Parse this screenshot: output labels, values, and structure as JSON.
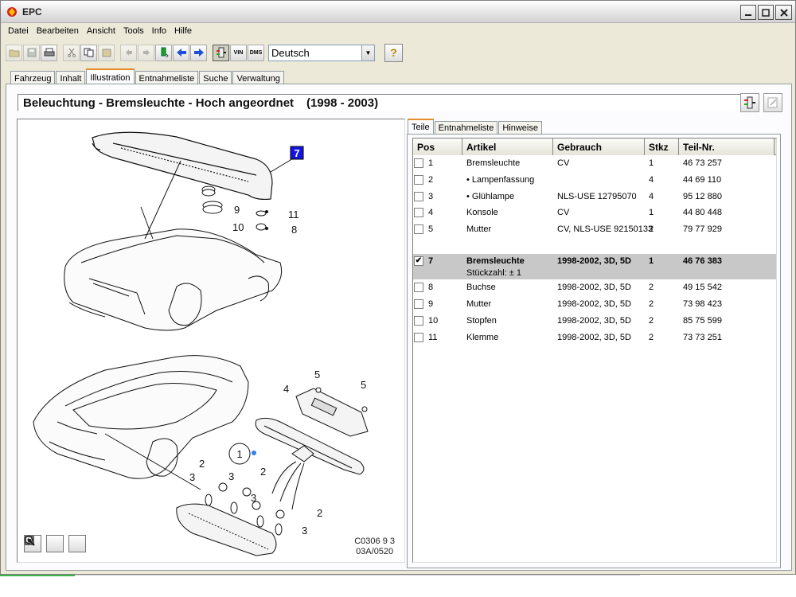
{
  "window": {
    "title": "EPC"
  },
  "menu": [
    "Datei",
    "Bearbeiten",
    "Ansicht",
    "Tools",
    "Info",
    "Hilfe"
  ],
  "toolbar": {
    "vin_label": "VIN",
    "dms_label": "DMS",
    "language": "Deutsch",
    "help_label": "?"
  },
  "main_tabs": [
    "Fahrzeug",
    "Inhalt",
    "Illustration",
    "Entnahmeliste",
    "Suche",
    "Verwaltung"
  ],
  "active_main_tab": "Illustration",
  "headline": {
    "title": "Beleuchtung - Bremsleuchte - Hoch angeordnet",
    "years": "(1998 - 2003)"
  },
  "illustration": {
    "callouts": [
      "7",
      "9",
      "10",
      "11",
      "8",
      "1",
      "2",
      "3",
      "3",
      "2",
      "3",
      "2",
      "3",
      "4",
      "5",
      "5"
    ],
    "code_line1": "C0306 9 3",
    "code_line2": "03A/0520"
  },
  "sub_tabs": [
    "Teile",
    "Entnahmeliste",
    "Hinweise"
  ],
  "active_sub_tab": "Teile",
  "parts_table": {
    "columns": [
      "Pos",
      "Artikel",
      "Gebrauch",
      "Stkz",
      "Teil-Nr."
    ],
    "rows": [
      {
        "pos": "1",
        "artikel": "Bremsleuchte",
        "gebrauch": "CV",
        "stkz": "1",
        "nr": "46 73 257",
        "checked": false
      },
      {
        "pos": "2",
        "artikel": "• Lampenfassung",
        "gebrauch": "",
        "stkz": "4",
        "nr": "44 69 110",
        "checked": false
      },
      {
        "pos": "3",
        "artikel": "• Glühlampe",
        "gebrauch": "NLS-USE 12795070",
        "stkz": "4",
        "nr": "95 12 880",
        "checked": false
      },
      {
        "pos": "4",
        "artikel": "Konsole",
        "gebrauch": "CV",
        "stkz": "1",
        "nr": "44 80 448",
        "checked": false
      },
      {
        "pos": "5",
        "artikel": "Mutter",
        "gebrauch": "CV, NLS-USE 92150133",
        "stkz": "2",
        "nr": "79 77 929",
        "checked": false
      }
    ],
    "selected": {
      "pos": "7",
      "artikel": "Bremsleuchte",
      "sub": "Stückzahl: ± 1",
      "gebrauch": "1998-2002, 3D, 5D",
      "stkz": "1",
      "nr": "46 76 383",
      "checked": true
    },
    "rows_after": [
      {
        "pos": "8",
        "artikel": "Buchse",
        "gebrauch": "1998-2002, 3D, 5D",
        "stkz": "2",
        "nr": "49 15 542",
        "checked": false
      },
      {
        "pos": "9",
        "artikel": "Mutter",
        "gebrauch": "1998-2002, 3D, 5D",
        "stkz": "2",
        "nr": "73 98 423",
        "checked": false
      },
      {
        "pos": "10",
        "artikel": "Stopfen",
        "gebrauch": "1998-2002, 3D, 5D",
        "stkz": "2",
        "nr": "85 75 599",
        "checked": false
      },
      {
        "pos": "11",
        "artikel": "Klemme",
        "gebrauch": "1998-2002, 3D, 5D",
        "stkz": "2",
        "nr": "73 73 251",
        "checked": false
      }
    ]
  },
  "colors": {
    "selected_row": "#c8c8c8",
    "callout_highlight": "#1414e6",
    "tab_accent": "#e68b2c"
  }
}
